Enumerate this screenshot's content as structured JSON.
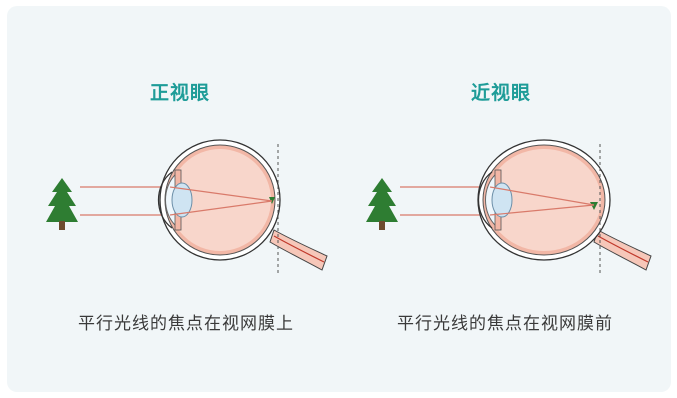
{
  "panels": [
    {
      "title": "正视眼",
      "caption": "平行光线的焦点在视网膜上"
    },
    {
      "title": "近视眼",
      "caption": "平行光线的焦点在视网膜前"
    }
  ],
  "colors": {
    "title": "#1e9c98",
    "tree": "#2e7d32",
    "ray": "#d97a6a",
    "sclera": "#f2b7a6",
    "lens": "#cfe4f2",
    "background": "#f1f6f8"
  },
  "icons": [
    "tree-icon",
    "eye-icon"
  ]
}
